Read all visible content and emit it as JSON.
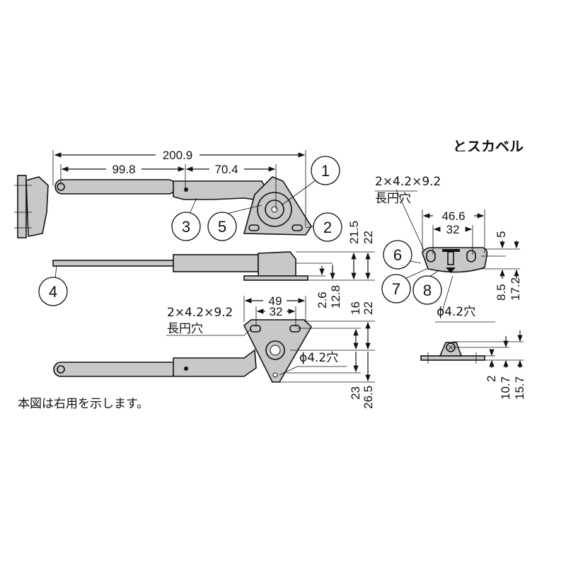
{
  "top_right_clipped_text": "とスカベル",
  "caption": "本図は右用を示します。",
  "callouts": [
    "1",
    "2",
    "3",
    "4",
    "5",
    "6",
    "7",
    "8"
  ],
  "main_view": {
    "dims": {
      "overall": "200.9",
      "left_span": "99.8",
      "right_span": "70.4",
      "h_21_5": "21.5",
      "h_22_side": "22",
      "h_2_6": "2.6",
      "h_12_8": "12.8",
      "w_49": "49",
      "w_32": "32",
      "v_16": "16",
      "v_22": "22",
      "v_23": "23",
      "v_26_5": "26.5"
    },
    "slot_note": "2×4.2×9.2",
    "slot_note_jp": "長円穴",
    "hole_note": "ϕ4.2穴"
  },
  "receiver_view": {
    "slot_note": "2×4.2×9.2",
    "slot_note_jp": "長円穴",
    "dims": {
      "w_46_6": "46.6",
      "w_32": "32",
      "v_5": "5",
      "v_8_5": "8.5",
      "v_17_2": "17.2",
      "v_2": "2",
      "v_10_7": "10.7",
      "v_15_7": "15.7"
    },
    "hole_note": "ϕ4.2穴"
  }
}
